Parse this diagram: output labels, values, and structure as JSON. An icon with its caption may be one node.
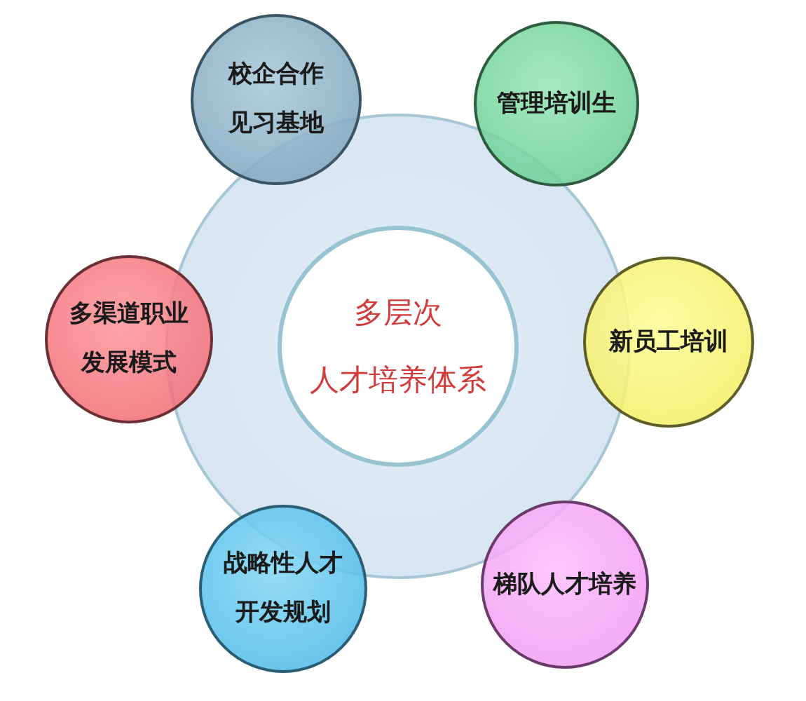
{
  "diagram": {
    "nodes": [
      {
        "text": [
          "多层次",
          "人才培养体系"
        ]
      },
      {
        "text": [
          "校企合作见习基地"
        ]
      },
      {
        "text": [
          "管理培训生"
        ]
      },
      {
        "text": [
          "多渠道职业发展模式"
        ]
      },
      {
        "text": [
          "新员工培训"
        ]
      },
      {
        "text": [
          "战略性人才开发规划"
        ]
      },
      {
        "text": [
          "梯队人才培养"
        ]
      }
    ]
  }
}
